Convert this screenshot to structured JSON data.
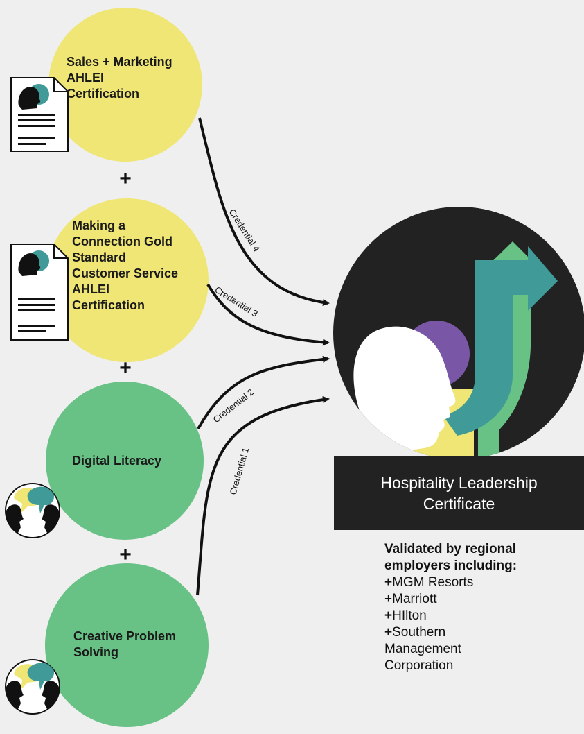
{
  "credentials": [
    {
      "id": "sales_marketing",
      "lines": [
        "Sales + Marketing",
        "AHLEI",
        "Certification"
      ],
      "color": "#efe675",
      "icon": "document-icon"
    },
    {
      "id": "making_connection",
      "lines": [
        "Making a",
        "Connection  Gold",
        "Standard",
        "Customer Service",
        "AHLEI",
        "Certification"
      ],
      "color": "#efe675",
      "icon": "document-icon"
    },
    {
      "id": "digital_literacy",
      "lines": [
        "Digital Literacy"
      ],
      "color": "#68c185",
      "icon": "conversation-icon"
    },
    {
      "id": "creative_problem_solving",
      "lines": [
        "Creative Problem",
        "Solving"
      ],
      "color": "#68c185",
      "icon": "conversation-icon"
    }
  ],
  "plus_symbol": "+",
  "arrows": {
    "credential4": "Credential 4",
    "credential3": "Credential 3",
    "credential2": "Credential 2",
    "credential1": "Credential 1"
  },
  "certificate": {
    "title_line1": "Hospitality Leadership",
    "title_line2": "Certificate"
  },
  "validation": {
    "heading_line1": "Validated by regional",
    "heading_line2": "employers including:",
    "employers": [
      "MGM Resorts",
      "Marriott",
      "HIlton",
      "Southern",
      "Management",
      "Corporation"
    ]
  },
  "colors": {
    "yellow": "#efe675",
    "green": "#68c185",
    "teal": "#3f9a98",
    "purple": "#7a57a6",
    "black": "#222222",
    "background": "#efefef"
  }
}
